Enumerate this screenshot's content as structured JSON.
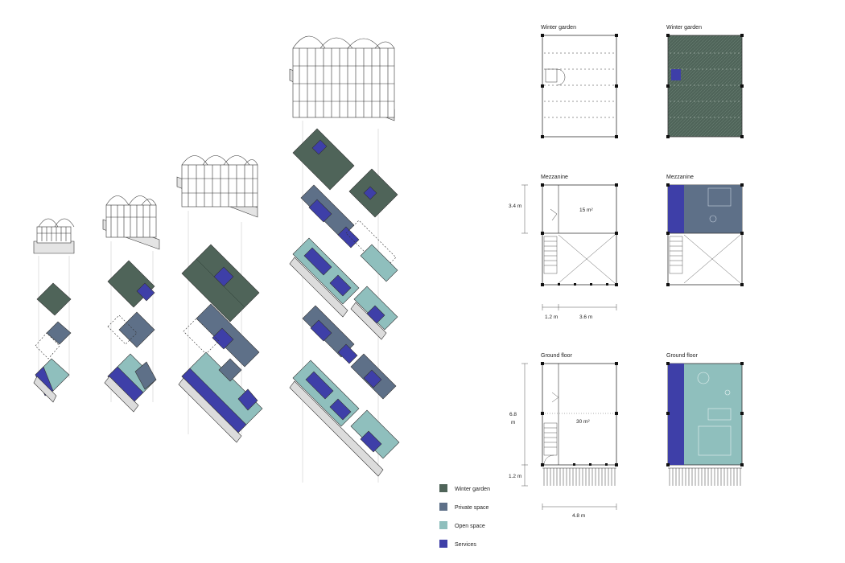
{
  "colors": {
    "winter_garden": "#4f6459",
    "private_space": "#5e7088",
    "open_space": "#8fbfbd",
    "services": "#3e3fa8",
    "line": "#333333",
    "platform": "#dcdcdc"
  },
  "plans": {
    "winter_garden": {
      "title_left": "Winter garden",
      "title_right": "Winter garden"
    },
    "mezzanine": {
      "title_left": "Mezzanine",
      "title_right": "Mezzanine",
      "area": "15 m²",
      "height": "3.4 m",
      "dim_left": "1.2 m",
      "dim_right": "3.6 m"
    },
    "ground_floor": {
      "title_left": "Ground floor",
      "title_right": "Ground floor",
      "area": "30 m²",
      "height_a": "6.8",
      "height_b": "m",
      "porch": "1.2 m",
      "width": "4.8 m"
    }
  },
  "legend": [
    {
      "label": "Winter garden",
      "color": "#4f6459"
    },
    {
      "label": "Private space",
      "color": "#5e7088"
    },
    {
      "label": "Open space",
      "color": "#8fbfbd"
    },
    {
      "label": "Services",
      "color": "#3e3fa8"
    }
  ]
}
